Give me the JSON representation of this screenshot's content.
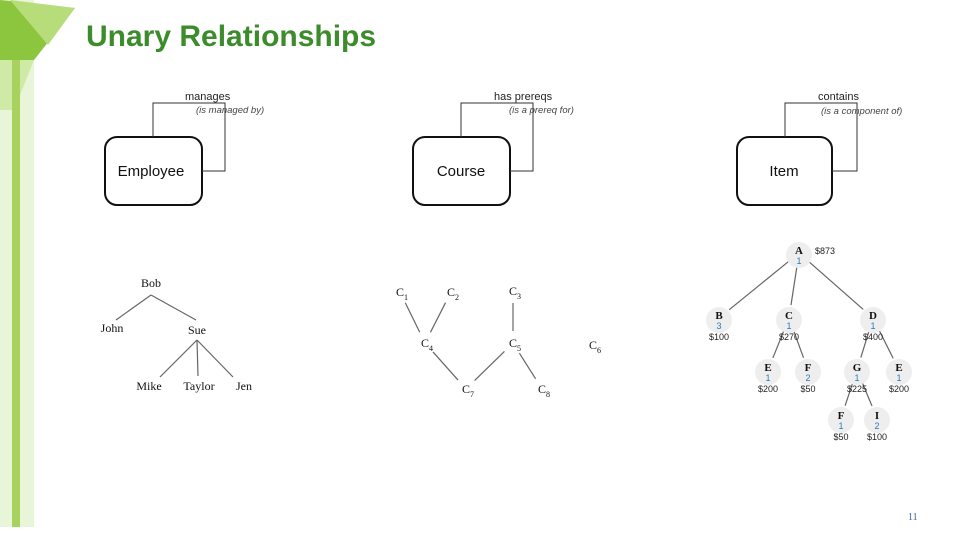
{
  "title": "Unary Relationships",
  "page_number": "11",
  "relationships": [
    {
      "name": "manages",
      "inverse": "(is managed by)",
      "entity": "Employee"
    },
    {
      "name": "has prereqs",
      "inverse": "(is a prereq for)",
      "entity": "Course"
    },
    {
      "name": "contains",
      "inverse": "(is a component of)",
      "entity": "Item"
    }
  ],
  "employee_tree": {
    "nodes": [
      {
        "id": "bob",
        "label": "Bob"
      },
      {
        "id": "john",
        "label": "John"
      },
      {
        "id": "sue",
        "label": "Sue"
      },
      {
        "id": "mike",
        "label": "Mike"
      },
      {
        "id": "taylor",
        "label": "Taylor"
      },
      {
        "id": "jen",
        "label": "Jen"
      }
    ],
    "edges": [
      [
        "bob",
        "john"
      ],
      [
        "bob",
        "sue"
      ],
      [
        "sue",
        "mike"
      ],
      [
        "sue",
        "taylor"
      ],
      [
        "sue",
        "jen"
      ]
    ]
  },
  "course_graph": {
    "nodes": [
      {
        "id": "c1",
        "base": "C",
        "sub": "1"
      },
      {
        "id": "c2",
        "base": "C",
        "sub": "2"
      },
      {
        "id": "c3",
        "base": "C",
        "sub": "3"
      },
      {
        "id": "c4",
        "base": "C",
        "sub": "4"
      },
      {
        "id": "c5",
        "base": "C",
        "sub": "5"
      },
      {
        "id": "c6",
        "base": "C",
        "sub": "6"
      },
      {
        "id": "c7",
        "base": "C",
        "sub": "7"
      },
      {
        "id": "c8",
        "base": "C",
        "sub": "8"
      }
    ],
    "edges": [
      [
        "c1",
        "c4"
      ],
      [
        "c2",
        "c4"
      ],
      [
        "c3",
        "c5"
      ],
      [
        "c4",
        "c7"
      ],
      [
        "c5",
        "c7"
      ],
      [
        "c5",
        "c8"
      ]
    ]
  },
  "item_tree": {
    "nodes": [
      {
        "id": "A",
        "label": "A",
        "qty": "1",
        "price": "$873"
      },
      {
        "id": "B",
        "label": "B",
        "qty": "3",
        "price": "$100"
      },
      {
        "id": "C",
        "label": "C",
        "qty": "1",
        "price": "$270"
      },
      {
        "id": "D",
        "label": "D",
        "qty": "1",
        "price": "$400"
      },
      {
        "id": "E1",
        "label": "E",
        "qty": "1",
        "price": "$200"
      },
      {
        "id": "F1",
        "label": "F",
        "qty": "2",
        "price": "$50"
      },
      {
        "id": "G",
        "label": "G",
        "qty": "1",
        "price": "$225"
      },
      {
        "id": "E2",
        "label": "E",
        "qty": "1",
        "price": "$200"
      },
      {
        "id": "F2",
        "label": "F",
        "qty": "1",
        "price": "$50"
      },
      {
        "id": "I",
        "label": "I",
        "qty": "2",
        "price": "$100"
      }
    ],
    "edges": [
      [
        "A",
        "B"
      ],
      [
        "A",
        "C"
      ],
      [
        "A",
        "D"
      ],
      [
        "C",
        "E1"
      ],
      [
        "C",
        "F1"
      ],
      [
        "D",
        "G"
      ],
      [
        "D",
        "E2"
      ],
      [
        "G",
        "F2"
      ],
      [
        "G",
        "I"
      ]
    ]
  },
  "colors": {
    "title": "#3c8c2c",
    "accent_green": "#8cc63f",
    "quantity": "#2a7ab8",
    "node_fill": "#eeeeee"
  }
}
